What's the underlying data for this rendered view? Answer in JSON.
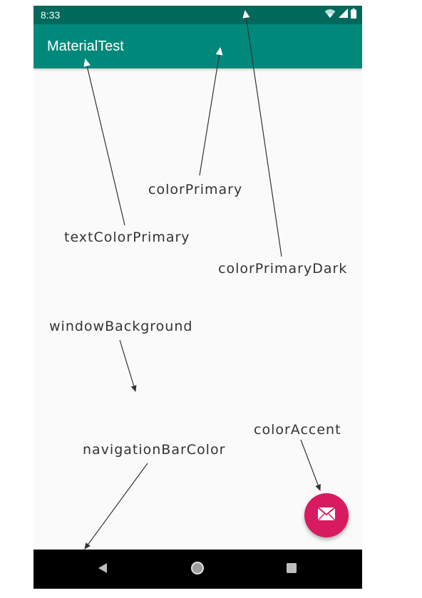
{
  "status_bar": {
    "time": "8:33",
    "icons": [
      "wifi-icon",
      "signal-icon",
      "battery-icon"
    ],
    "color": "#00695c"
  },
  "toolbar": {
    "title": "MaterialTest",
    "color": "#00897b"
  },
  "fab": {
    "icon": "mail-icon",
    "color": "#d81b60"
  },
  "nav_bar": {
    "buttons": [
      "back-icon",
      "home-icon",
      "recents-icon"
    ],
    "color": "#000000"
  },
  "annotations": {
    "color_primary": "colorPrimary",
    "text_color_primary": "textColorPrimary",
    "color_primary_dark": "colorPrimaryDark",
    "window_background": "windowBackground",
    "color_accent": "colorAccent",
    "navigation_bar_color": "navigationBarColor"
  },
  "colors": {
    "window_background": "#fafafa",
    "annotation_text": "#333333"
  }
}
